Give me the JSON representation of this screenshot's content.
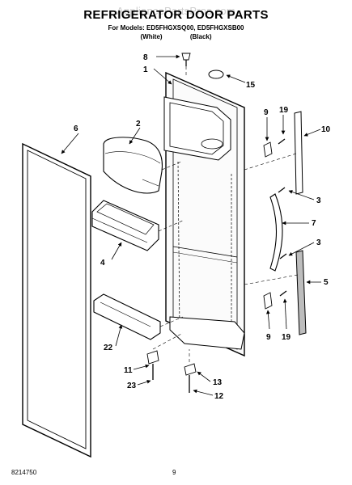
{
  "header": {
    "title": "REFRIGERATOR DOOR PARTS",
    "watermark": "AppliancePartsPros.com",
    "models_line": "For Models: ED5FHGXSQ00, ED5FHGXSB00",
    "variant_white": "(White)",
    "variant_black": "(Black)"
  },
  "callouts": {
    "c1": "1",
    "c2": "2",
    "c3a": "3",
    "c3b": "3",
    "c4": "4",
    "c5": "5",
    "c6": "6",
    "c7": "7",
    "c8": "8",
    "c9a": "9",
    "c9b": "9",
    "c10": "10",
    "c11": "11",
    "c12": "12",
    "c13": "13",
    "c15": "15",
    "c19a": "19",
    "c19b": "19",
    "c22": "22",
    "c23": "23"
  },
  "footer": {
    "doc_number": "8214750",
    "page_number": "9"
  }
}
